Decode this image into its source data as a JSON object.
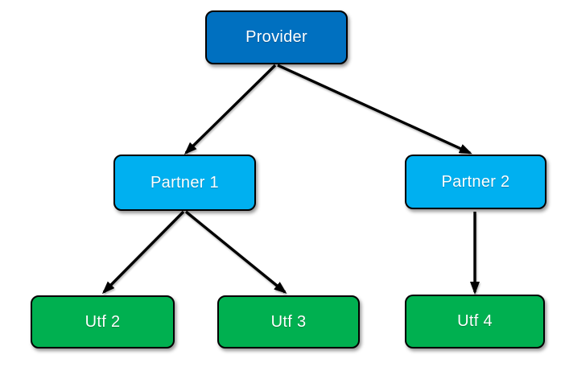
{
  "diagram": {
    "background": "#ffffff",
    "edge_color": "#000000",
    "node_border_color": "#000000",
    "node_text_color": "#ffffff",
    "nodes": [
      {
        "id": "provider",
        "label": "Provider",
        "fill": "#0070c0"
      },
      {
        "id": "partner-1",
        "label": "Partner 1",
        "fill": "#00b0f0"
      },
      {
        "id": "partner-2",
        "label": "Partner 2",
        "fill": "#00b0f0"
      },
      {
        "id": "utf-2",
        "label": "Utf 2",
        "fill": "#00b050"
      },
      {
        "id": "utf-3",
        "label": "Utf 3",
        "fill": "#00b050"
      },
      {
        "id": "utf-4",
        "label": "Utf 4",
        "fill": "#00b050"
      }
    ],
    "edges": [
      {
        "from": "Provider",
        "to": "Partner 1"
      },
      {
        "from": "Provider",
        "to": "Partner 2"
      },
      {
        "from": "Partner 1",
        "to": "Utf 2"
      },
      {
        "from": "Partner 1",
        "to": "Utf 3"
      },
      {
        "from": "Partner 2",
        "to": "Utf 4"
      }
    ]
  }
}
